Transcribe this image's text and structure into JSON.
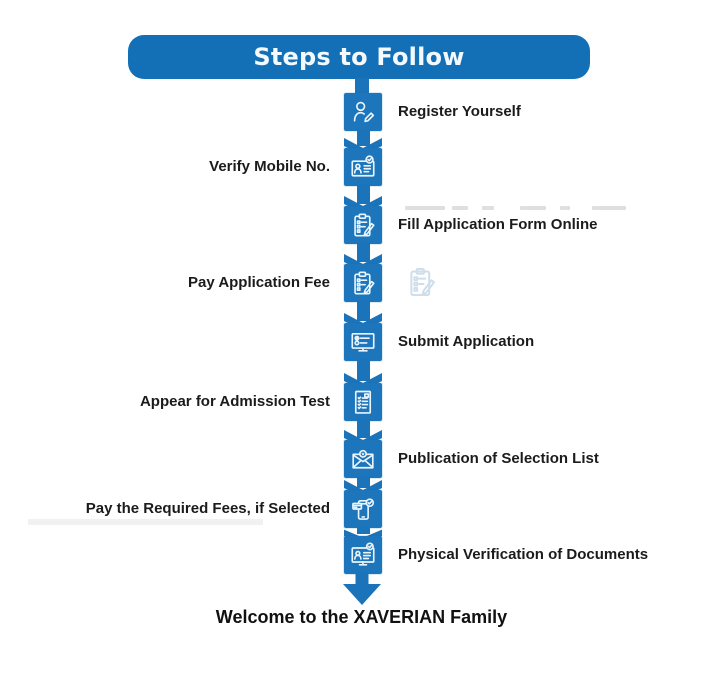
{
  "header": {
    "title": "Steps to Follow"
  },
  "theme": {
    "banner_blue": "#1470b6",
    "box_blue": "#1d76bb",
    "arrow_blue": "#1b73b9",
    "label_color": "#1b1b1b",
    "background": "#ffffff"
  },
  "steps": [
    {
      "label": "Register Yourself",
      "side": "right",
      "icon": "register-person-pencil-icon"
    },
    {
      "label": "Verify Mobile No.",
      "side": "left",
      "icon": "id-card-check-icon"
    },
    {
      "label": "Fill Application Form Online",
      "side": "right",
      "icon": "clipboard-pencil-icon"
    },
    {
      "label": "Pay Application Fee",
      "side": "left",
      "icon": "clipboard-pencil-icon"
    },
    {
      "label": "Submit Application",
      "side": "right",
      "icon": "monitor-checklist-icon"
    },
    {
      "label": "Appear for Admission Test",
      "side": "left",
      "icon": "test-sheet-icon"
    },
    {
      "label": "Publication of Selection List",
      "side": "right",
      "icon": "envelope-seal-icon"
    },
    {
      "label": "Pay the Required Fees, if Selected",
      "side": "left",
      "icon": "mobile-payment-icon"
    },
    {
      "label": "Physical Verification of Documents",
      "side": "right",
      "icon": "document-verification-icon"
    }
  ],
  "footer": {
    "message": "Welcome to the XAVERIAN Family"
  }
}
